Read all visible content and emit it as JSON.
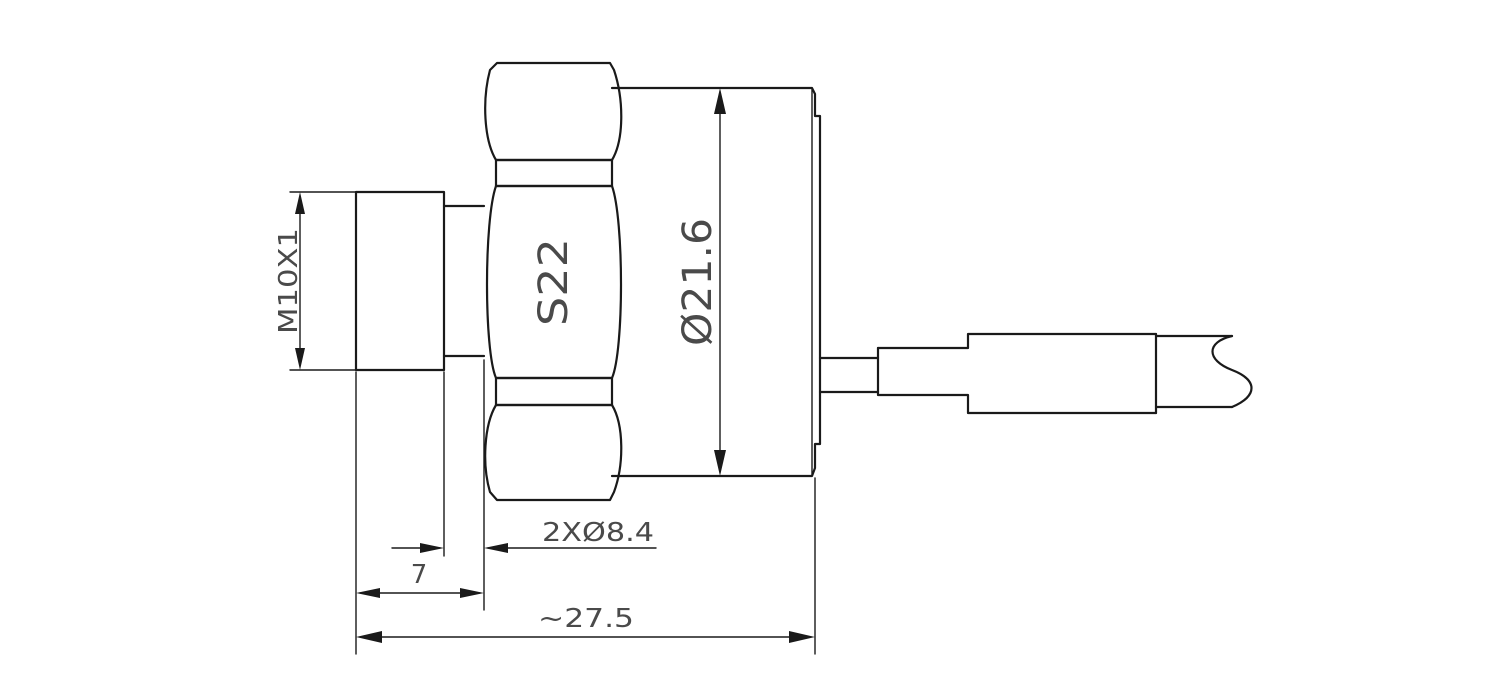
{
  "drawing": {
    "title": "",
    "labels": {
      "thread": "M10X1",
      "hex_size": "S22",
      "body_diameter": "Ø21.6",
      "hole_spec": "2XØ8.4",
      "thread_length": "7",
      "overall_length": "~27.5"
    }
  }
}
